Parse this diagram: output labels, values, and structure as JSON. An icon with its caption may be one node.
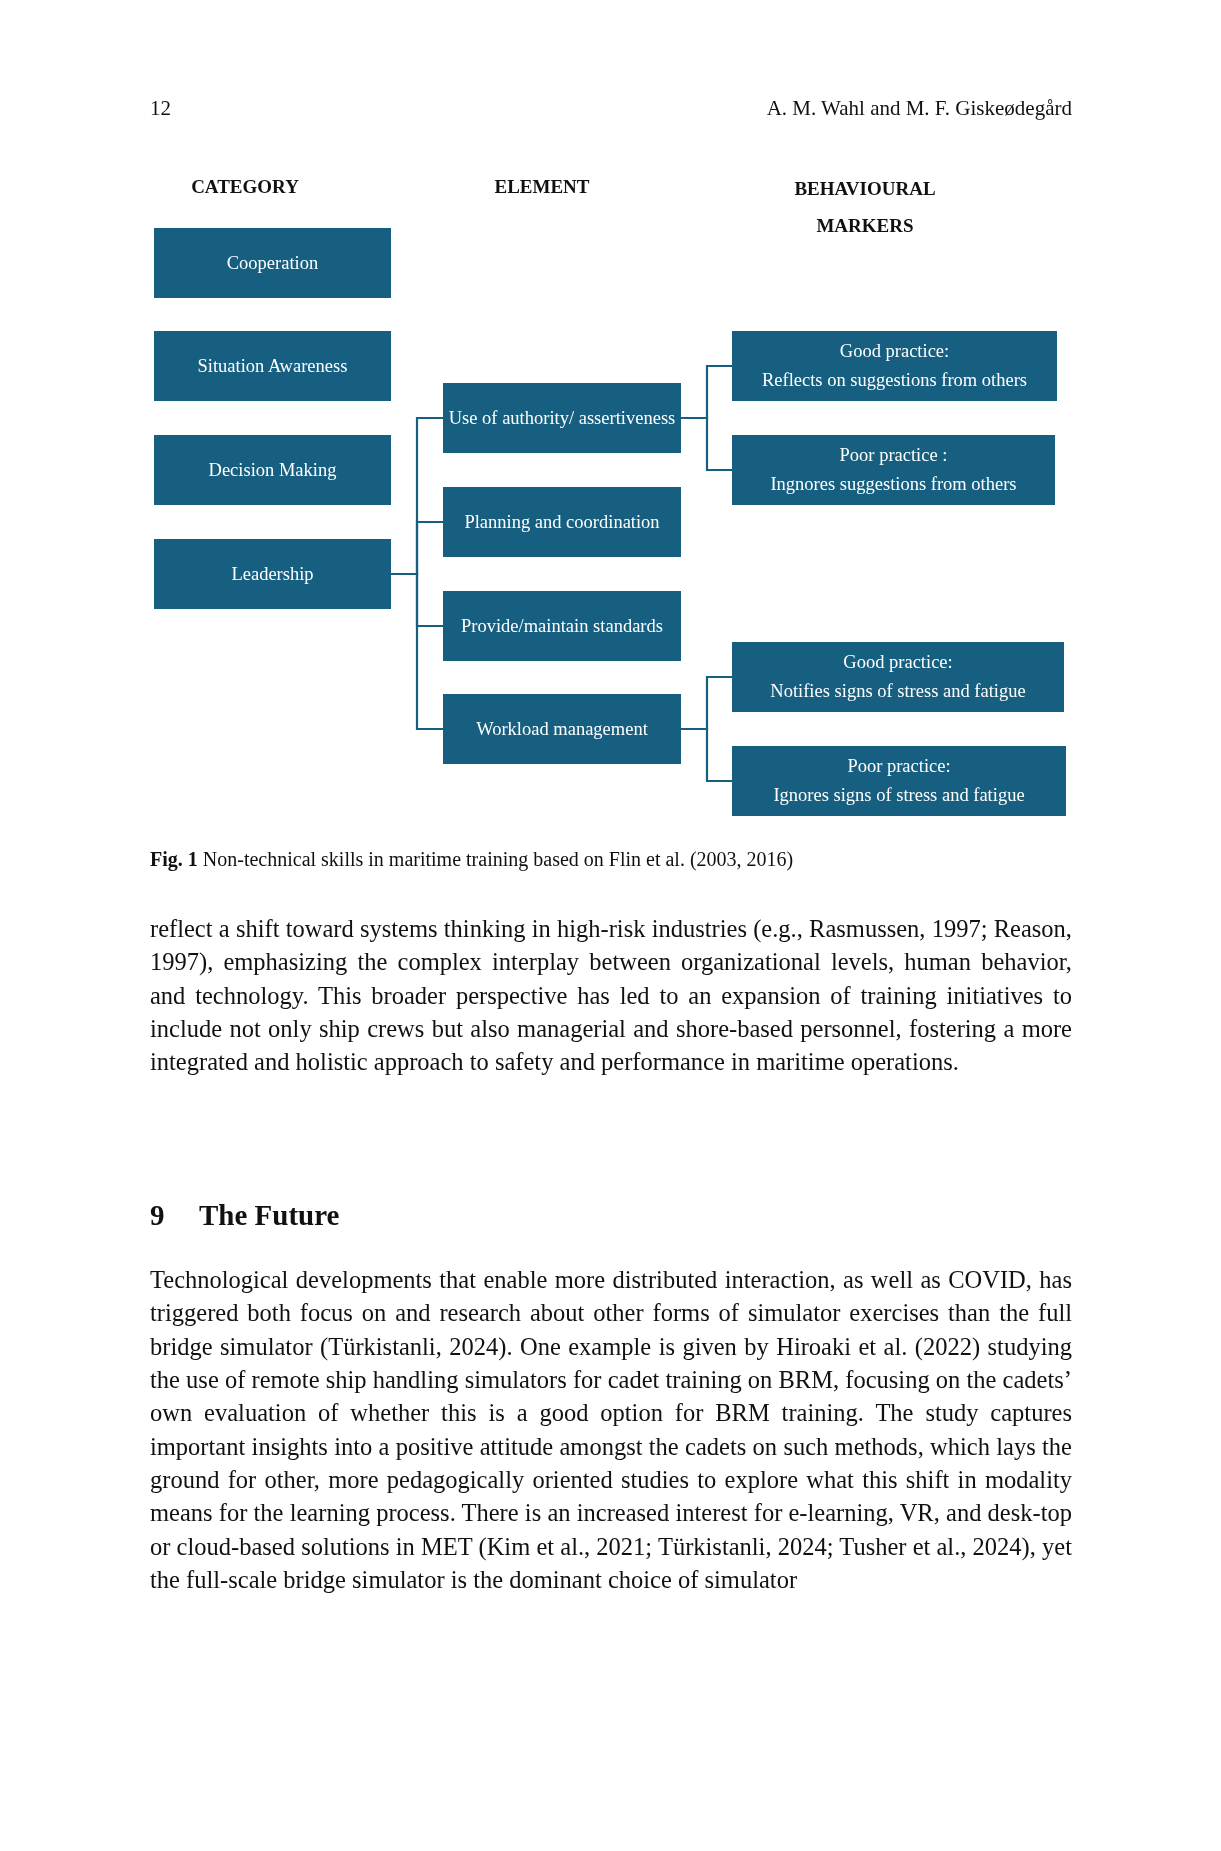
{
  "diagram": {
    "caption": "**Fig. 1** Non-technical skills in maritime training based on Flin et al. (2003, 2016)",
    "nodes": [
      {
        "text": [
          "Cooperation"
        ]
      },
      {
        "text": [
          "Situation Awareness"
        ]
      },
      {
        "text": [
          "Decision Making"
        ]
      },
      {
        "text": [
          "Leadership"
        ]
      },
      {
        "text": [
          "Use of authority/ assertiveness"
        ]
      },
      {
        "text": [
          "Planning and coordination"
        ]
      },
      {
        "text": [
          "Provide/maintain standards"
        ]
      },
      {
        "text": [
          "Workload management"
        ]
      },
      {
        "text": [
          "Good practice:",
          "Reflects on suggestions from others"
        ]
      },
      {
        "text": [
          "Poor practice :",
          "Ingnores suggestions from others"
        ]
      },
      {
        "text": [
          "Good practice:",
          "Notifies signs of stress and fatigue"
        ]
      },
      {
        "text": [
          "Poor practice:",
          "Ignores signs of stress and fatigue"
        ]
      }
    ],
    "edges": [
      {
        "from": 3,
        "to": 4,
        "arrow": "none"
      },
      {
        "from": 3,
        "to": 5,
        "arrow": "none"
      },
      {
        "from": 3,
        "to": 6,
        "arrow": "none"
      },
      {
        "from": 3,
        "to": 7,
        "arrow": "none"
      },
      {
        "from": 4,
        "to": 8,
        "arrow": "none"
      },
      {
        "from": 4,
        "to": 9,
        "arrow": "none"
      },
      {
        "from": 7,
        "to": 10,
        "arrow": "none"
      },
      {
        "from": 7,
        "to": 11,
        "arrow": "none"
      }
    ],
    "labels": [
      "12",
      "A. M. Wahl and M. F. Giskeødegård",
      "CATEGORY",
      "ELEMENT",
      "BEHAVIOURAL MARKERS",
      "reflect a shift toward systems thinking in high-risk industries (e.g., Rasmussen, 1997; Reason, 1997), emphasizing the complex interplay between organizational levels, human behavior, and technology. This broader perspective has led to an expansion of training initiatives to include not only ship crews but also managerial and shore-based personnel, fostering a more integrated and holistic approach to safety and performance in maritime operations.",
      "9",
      "The Future",
      "Technological developments that enable more distributed interaction, as well as COVID, has triggered both focus on and research about other forms of simulator exercises than the full bridge simulator (Türkistanli, 2024). One example is given by Hiroaki et al. (2022) studying the use of remote ship handling simulators for cadet training on BRM, focusing on the cadets’ own evaluation of whether this is a good option for BRM training. The study captures important insights into a positive attitude amongst the cadets on such methods, which lays the ground for other, more pedagogically oriented studies to explore what this shift in modality means for the learning process. There is an increased interest for e-learning, VR, and desk-top or cloud-based solutions in MET (Kim et al., 2021; Türkistanli, 2024; Tusher et al., 2024), yet the full-scale bridge simulator is the dominant choice of simulator"
    ]
  }
}
